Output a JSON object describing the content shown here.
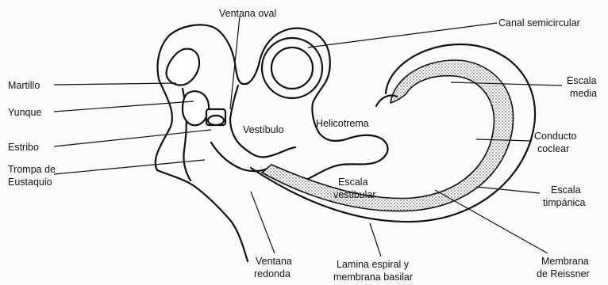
{
  "labels": {
    "ventana_oval": "Ventana oval",
    "canal_semicircular": "Canal semicircular",
    "martillo": "Martillo",
    "yunque": "Yunque",
    "estribo": "Estribo",
    "trompa_line1": "Trompa de",
    "trompa_line2": "Eustaquio",
    "vestibulo": "Vestíbulo",
    "helicotrema": "Helicotrema",
    "escala_media_line1": "Escala",
    "escala_media_line2": "media",
    "conducto_line1": "Conducto",
    "conducto_line2": "coclear",
    "escala_vest_line1": "Escala",
    "escala_vest_line2": "vestibular",
    "escala_timp_line1": "Escala",
    "escala_timp_line2": "timpánica",
    "ventana_red_line1": "Ventana",
    "ventana_red_line2": "redonda",
    "lamina_line1": "Lamina espiral y",
    "lamina_line2": "membrana basilar",
    "reissner_line1": "Membrana",
    "reissner_line2": "de Reissner"
  }
}
